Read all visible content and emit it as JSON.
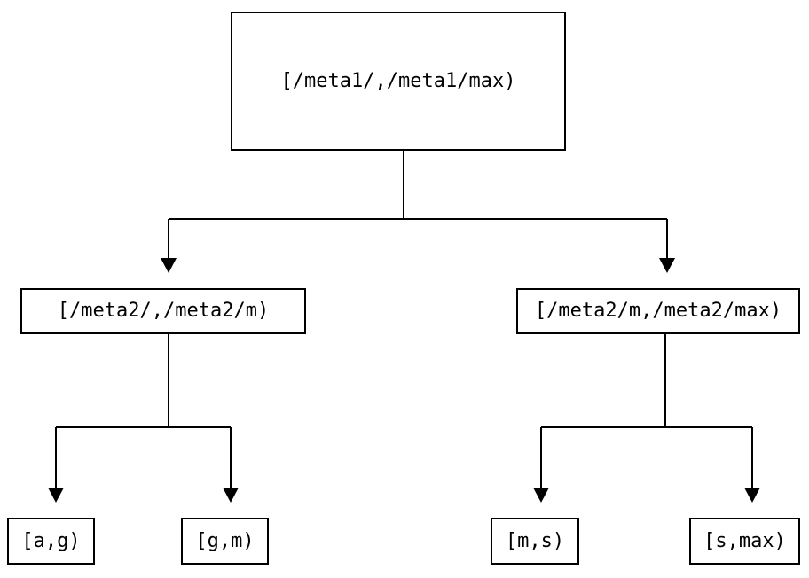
{
  "diagram": {
    "type": "tree",
    "colors": {
      "line": "#000000",
      "background": "#ffffff",
      "text": "#000000"
    },
    "root": {
      "label": "[/meta1/,/meta1/max)",
      "children": [
        {
          "label": "[/meta2/,/meta2/m)",
          "children": [
            {
              "label": "[a,g)"
            },
            {
              "label": "[g,m)"
            }
          ]
        },
        {
          "label": "[/meta2/m,/meta2/max)",
          "children": [
            {
              "label": "[m,s)"
            },
            {
              "label": "[s,max)"
            }
          ]
        }
      ]
    }
  }
}
